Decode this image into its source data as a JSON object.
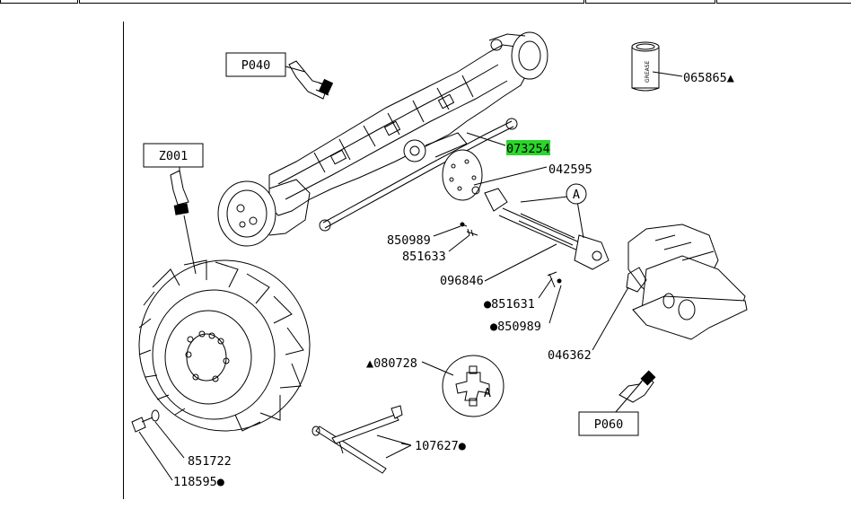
{
  "callouts": {
    "p040": "P040",
    "z001": "Z001",
    "p060": "P060",
    "detail_a": "A",
    "detail_a2": "A"
  },
  "parts": {
    "p073254": "073254",
    "p042595": "042595",
    "p850989a": "850989",
    "p851633": "851633",
    "p096846": "096846",
    "p851631": "●851631",
    "p850989b": "●850989",
    "p046362": "046362",
    "p080728": "▲080728",
    "p065865": "065865▲",
    "p107627": "107627●",
    "p851722": "851722",
    "p118595": "118595●"
  },
  "grease_label": "GREASE",
  "colors": {
    "highlight": "#2bd62b",
    "line": "#000000",
    "background": "#ffffff"
  }
}
